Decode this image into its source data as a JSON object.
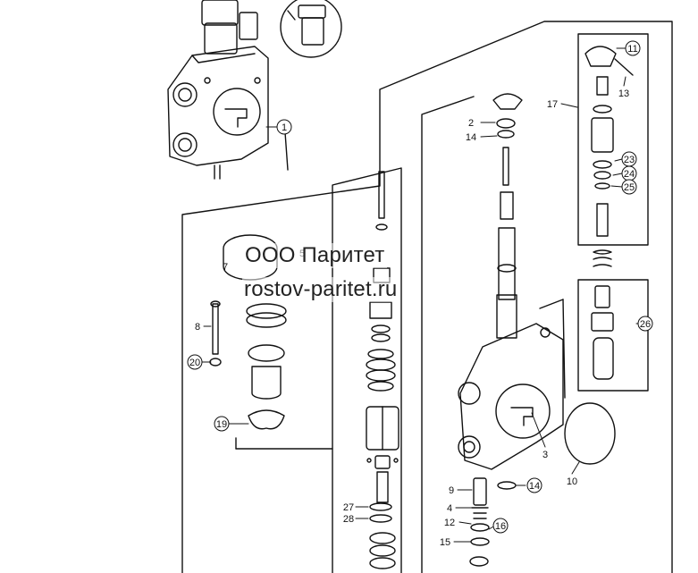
{
  "watermark": {
    "company": "ООО Паритет",
    "website": "rostov-paritet.ru"
  },
  "callouts": [
    {
      "id": "1",
      "label": "1"
    },
    {
      "id": "2",
      "label": "2"
    },
    {
      "id": "3",
      "label": "3"
    },
    {
      "id": "4",
      "label": "4"
    },
    {
      "id": "5",
      "label": "5"
    },
    {
      "id": "7",
      "label": "7"
    },
    {
      "id": "8",
      "label": "8"
    },
    {
      "id": "9",
      "label": "9"
    },
    {
      "id": "10",
      "label": "10"
    },
    {
      "id": "11",
      "label": "11"
    },
    {
      "id": "12",
      "label": "12"
    },
    {
      "id": "13",
      "label": "13"
    },
    {
      "id": "14a",
      "label": "14"
    },
    {
      "id": "14b",
      "label": "14"
    },
    {
      "id": "15",
      "label": "15"
    },
    {
      "id": "16",
      "label": "16"
    },
    {
      "id": "17",
      "label": "17"
    },
    {
      "id": "19",
      "label": "19"
    },
    {
      "id": "20",
      "label": "20"
    },
    {
      "id": "23",
      "label": "23"
    },
    {
      "id": "24",
      "label": "24"
    },
    {
      "id": "25",
      "label": "25"
    },
    {
      "id": "26",
      "label": "26"
    },
    {
      "id": "27",
      "label": "27"
    },
    {
      "id": "28",
      "label": "28"
    }
  ]
}
